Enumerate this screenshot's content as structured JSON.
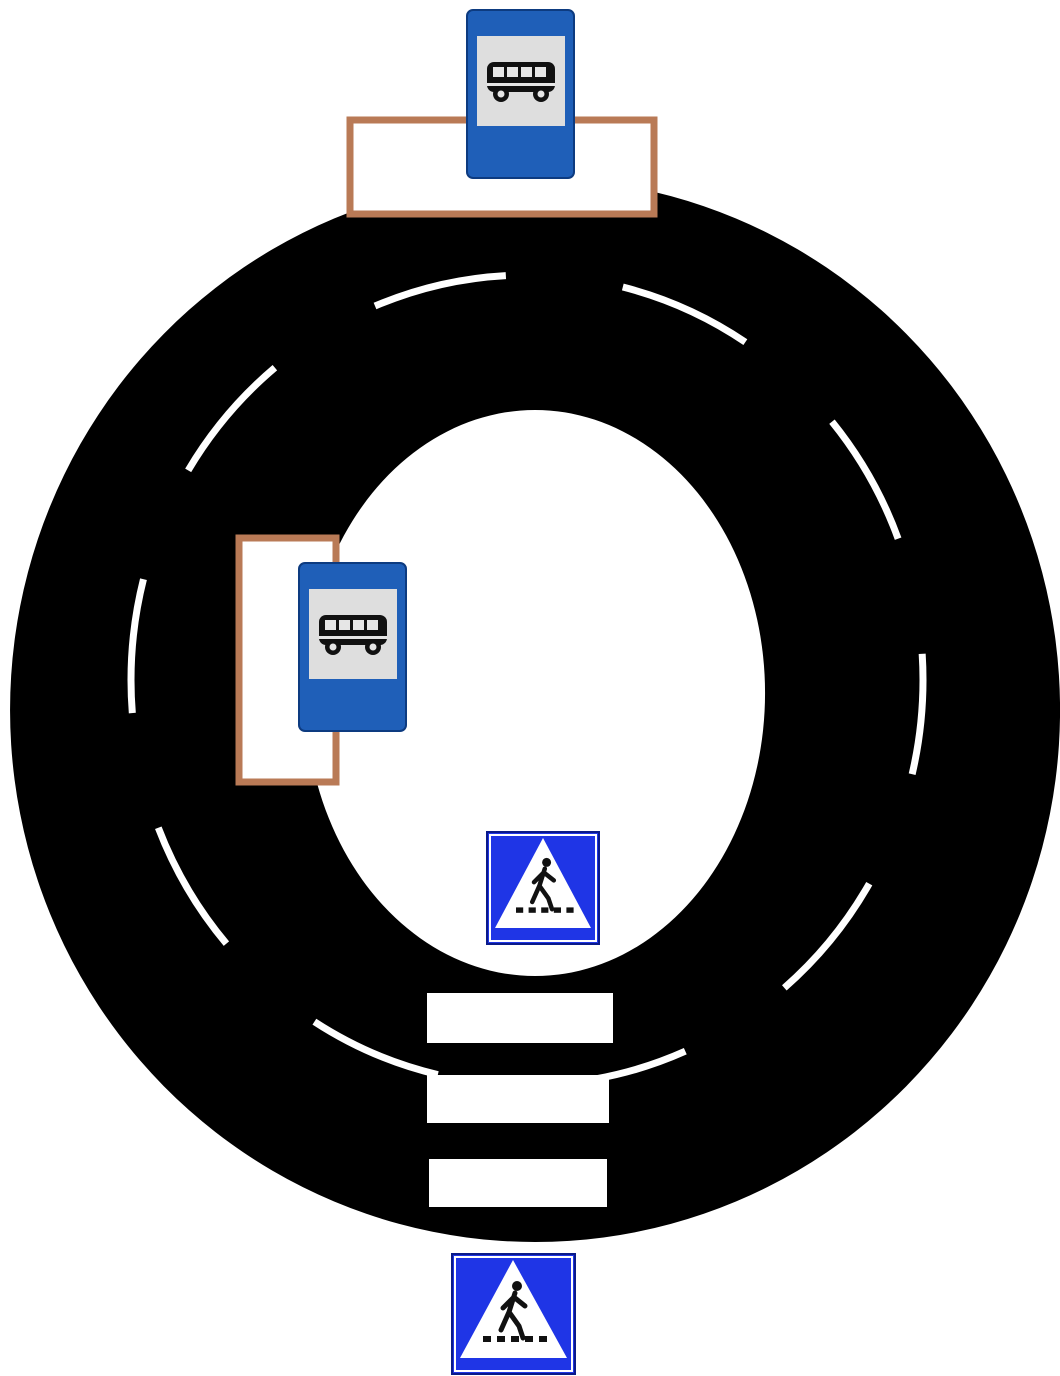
{
  "diagram": {
    "road_color": "#000000",
    "road_marking_color": "#ffffff",
    "bus_stop_outline_color": "#b97a56",
    "bus_sign_color": "#1f5fb8",
    "crossing_sign_color": "#1f35e6",
    "elements": [
      {
        "kind": "roundabout-road",
        "icon": "ring-road"
      },
      {
        "kind": "bus-stop-area",
        "position": "top"
      },
      {
        "kind": "bus-stop-area",
        "position": "left-inner"
      },
      {
        "kind": "bus-stop-sign",
        "icon": "bus-icon",
        "count": 2
      },
      {
        "kind": "pedestrian-crossing",
        "stripes": 3
      },
      {
        "kind": "pedestrian-crossing-sign",
        "icon": "pedestrian-icon",
        "count": 2
      }
    ]
  }
}
